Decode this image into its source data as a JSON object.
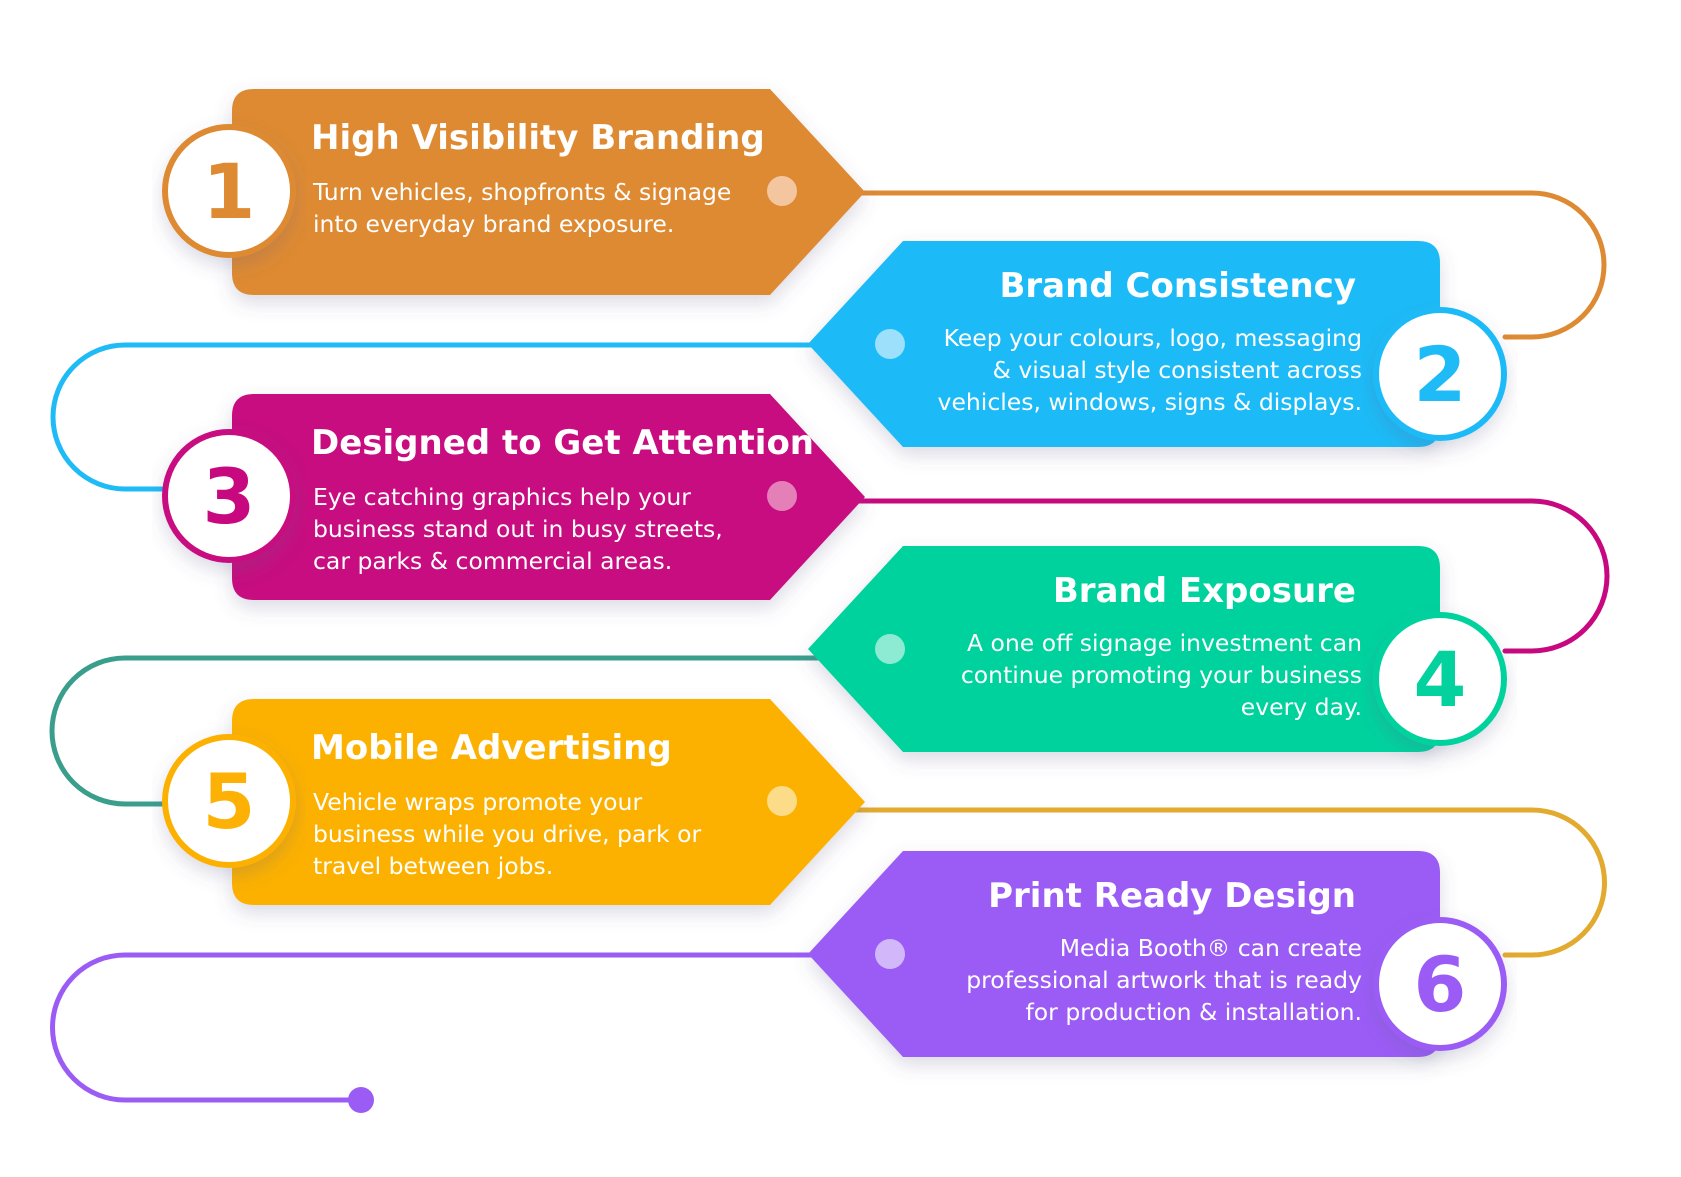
{
  "steps": [
    {
      "number": "1",
      "title": "High Visibility Branding",
      "lines": [
        "Turn vehicles, shopfronts & signage",
        "into everyday brand exposure."
      ],
      "color": "#DE8A33",
      "dot_color": "#F3C6A0"
    },
    {
      "number": "2",
      "title": "Brand Consistency",
      "lines": [
        "Keep your colours, logo, messaging",
        "& visual style consistent across",
        "vehicles, windows, signs & displays."
      ],
      "color": "#1EBBF7",
      "dot_color": "#9CE0FB"
    },
    {
      "number": "3",
      "title": "Designed to Get Attention",
      "lines": [
        "Eye catching graphics help your",
        "business stand out in busy streets,",
        "car parks & commercial areas."
      ],
      "color": "#C7087F",
      "dot_color": "#E57FB8"
    },
    {
      "number": "4",
      "title": "Brand Exposure",
      "lines": [
        "A one off signage investment can",
        "continue promoting your business",
        "every day."
      ],
      "color": "#04D29E",
      "dot_color": "#8CEBD2"
    },
    {
      "number": "5",
      "title": "Mobile Advertising",
      "lines": [
        "Vehicle wraps promote your",
        "business while you drive, park or",
        "travel between jobs."
      ],
      "color": "#FCB104",
      "dot_color": "#FDDC89"
    },
    {
      "number": "6",
      "title": "Print Ready Design",
      "lines": [
        "Media Booth® can create",
        "professional artwork that is ready",
        "for production & installation."
      ],
      "color": "#9B5CF6",
      "dot_color": "#D2B8FB"
    }
  ],
  "connectors": [
    {
      "color": "#DE8A33"
    },
    {
      "color": "#1EBBF7"
    },
    {
      "color": "#C7087F"
    },
    {
      "color": "#3A9E8C"
    },
    {
      "color": "#E2AA2E"
    },
    {
      "color": "#9B5CF6"
    }
  ]
}
